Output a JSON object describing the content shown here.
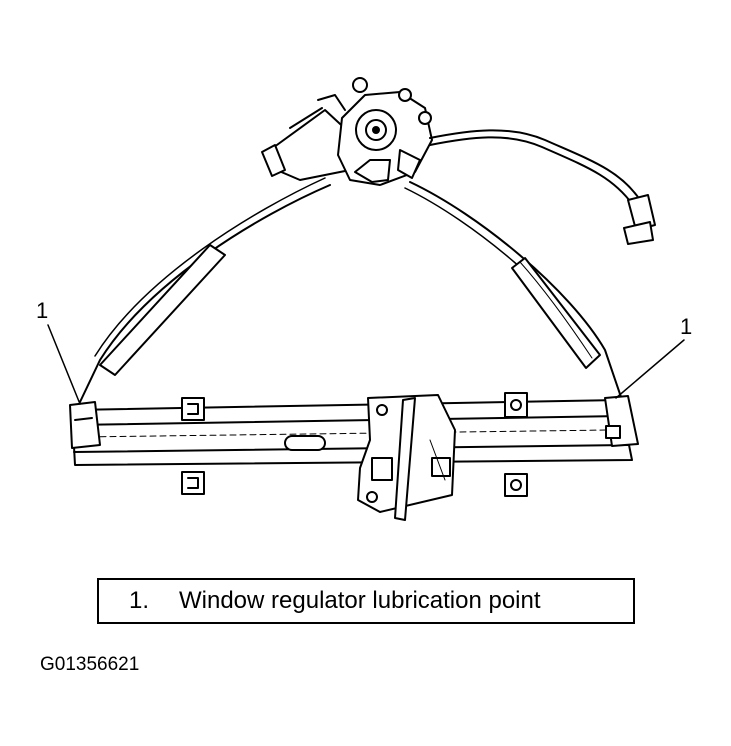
{
  "callouts": [
    {
      "id": "left",
      "number": "1"
    },
    {
      "id": "right",
      "number": "1"
    }
  ],
  "legend": {
    "items": [
      {
        "number": "1.",
        "text": "Window regulator lubrication point"
      }
    ]
  },
  "figure_id": "G01356621",
  "colors": {
    "ink": "#000000",
    "background": "#ffffff"
  }
}
